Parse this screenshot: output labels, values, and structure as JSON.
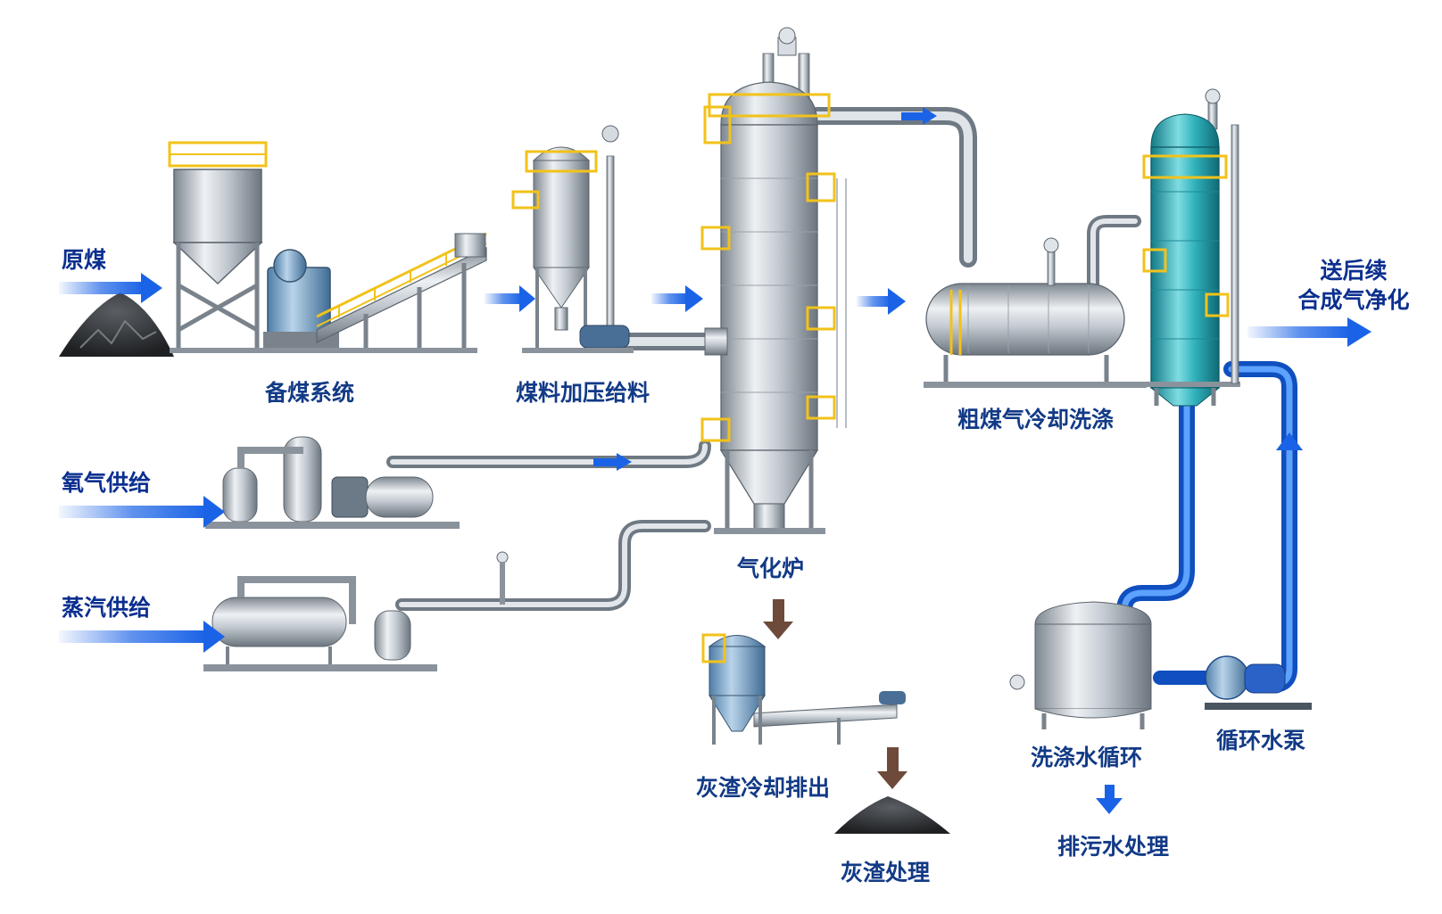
{
  "colors": {
    "steel": "#b4bcc4",
    "steel_dark": "#6f7983",
    "frame": "#8a939c",
    "yellow": "#f2c21a",
    "teal": "#2aa3ad",
    "pipe_blue": "#1e6fe0",
    "arrow_blue": "#1b63e6",
    "ash_brown": "#6e4a3a",
    "coal": "#2e3033",
    "label": "#0b2f8f"
  },
  "inputs": {
    "raw_coal": "原煤",
    "oxygen": "氧气供给",
    "steam": "蒸汽供给"
  },
  "units": {
    "coal_prep": "备煤系统",
    "coal_feed": "煤料加压给料",
    "gasifier": "气化炉",
    "scrubber": "粗煤气冷却洗涤",
    "ash_cooling": "灰渣冷却排出",
    "ash_disposal": "灰渣处理",
    "wash_water": "洗涤水循环",
    "circ_pump": "循环水泵",
    "wastewater": "排污水处理"
  },
  "output": {
    "line1": "送后续",
    "line2": "合成气净化"
  }
}
